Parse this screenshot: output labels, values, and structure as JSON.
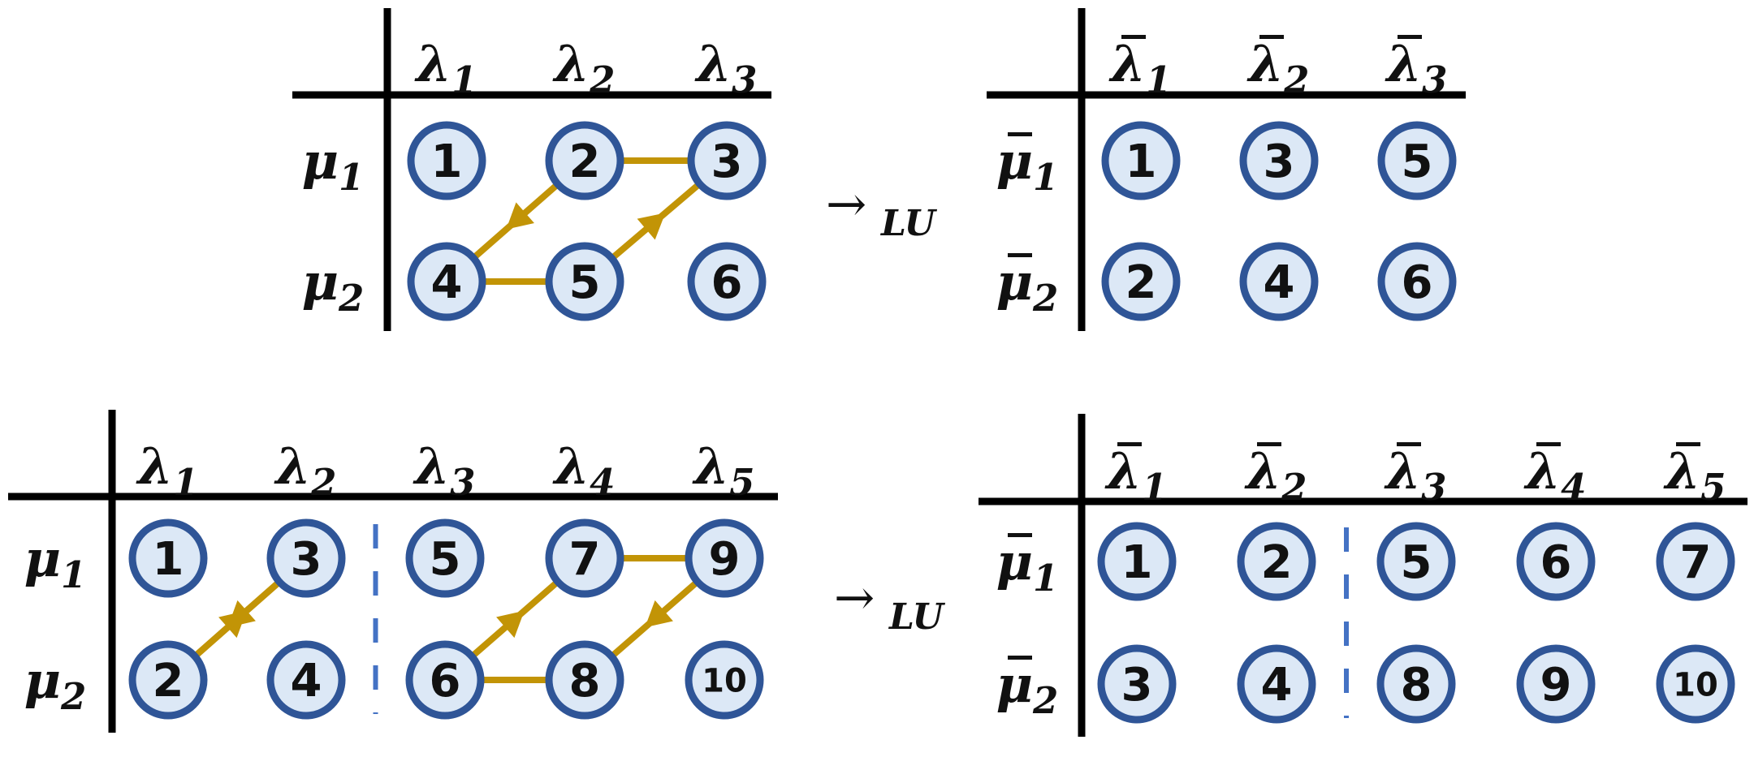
{
  "colors": {
    "node_fill": "#dce8f6",
    "node_stroke": "#2f5597",
    "path": "#c29406",
    "axis": "#000000",
    "divider": "#4472c4"
  },
  "arrow": {
    "symbol": "→",
    "subscript": "LU"
  },
  "panels": [
    {
      "id": "top-left",
      "col_letter": "λ",
      "row_letter": "μ",
      "bar": false,
      "cols": [
        "1",
        "2",
        "3"
      ],
      "rows": [
        "1",
        "2"
      ],
      "cells": [
        [
          "1",
          "2",
          "3"
        ],
        [
          "4",
          "5",
          "6"
        ]
      ],
      "divider_after_col": null
    },
    {
      "id": "top-right",
      "col_letter": "λ",
      "row_letter": "μ",
      "bar": true,
      "cols": [
        "1",
        "2",
        "3"
      ],
      "rows": [
        "1",
        "2"
      ],
      "cells": [
        [
          "1",
          "3",
          "5"
        ],
        [
          "2",
          "4",
          "6"
        ]
      ],
      "divider_after_col": null
    },
    {
      "id": "bottom-left",
      "col_letter": "λ",
      "row_letter": "μ",
      "bar": false,
      "cols": [
        "1",
        "2",
        "3",
        "4",
        "5"
      ],
      "rows": [
        "1",
        "2"
      ],
      "cells": [
        [
          "1",
          "3",
          "5",
          "7",
          "9"
        ],
        [
          "2",
          "4",
          "6",
          "8",
          "10"
        ]
      ],
      "divider_after_col": 2
    },
    {
      "id": "bottom-right",
      "col_letter": "λ",
      "row_letter": "μ",
      "bar": true,
      "cols": [
        "1",
        "2",
        "3",
        "4",
        "5"
      ],
      "rows": [
        "1",
        "2"
      ],
      "cells": [
        [
          "1",
          "2",
          "5",
          "6",
          "7"
        ],
        [
          "3",
          "4",
          "8",
          "9",
          "10"
        ]
      ],
      "divider_after_col": 2
    }
  ],
  "paths": [
    {
      "panel": "top-left",
      "segments": [
        {
          "from": [
            0,
            1
          ],
          "to": [
            1,
            0
          ],
          "arrow": true
        },
        {
          "from": [
            1,
            0
          ],
          "to": [
            1,
            1
          ],
          "arrow": false
        },
        {
          "from": [
            1,
            1
          ],
          "to": [
            0,
            2
          ],
          "arrow": true
        },
        {
          "from": [
            0,
            2
          ],
          "to": [
            0,
            1
          ],
          "arrow": false
        }
      ]
    },
    {
      "panel": "bottom-left",
      "segments": [
        {
          "from": [
            1,
            0
          ],
          "to": [
            0,
            1
          ],
          "arrow": true
        },
        {
          "from": [
            0,
            1
          ],
          "to": [
            1,
            0
          ],
          "arrow": true
        }
      ]
    },
    {
      "panel": "bottom-left",
      "segments": [
        {
          "from": [
            1,
            2
          ],
          "to": [
            1,
            3
          ],
          "arrow": false
        },
        {
          "from": [
            1,
            2
          ],
          "to": [
            0,
            3
          ],
          "arrow": true
        },
        {
          "from": [
            0,
            3
          ],
          "to": [
            0,
            4
          ],
          "arrow": false
        },
        {
          "from": [
            0,
            4
          ],
          "to": [
            1,
            3
          ],
          "arrow": true
        }
      ]
    }
  ]
}
